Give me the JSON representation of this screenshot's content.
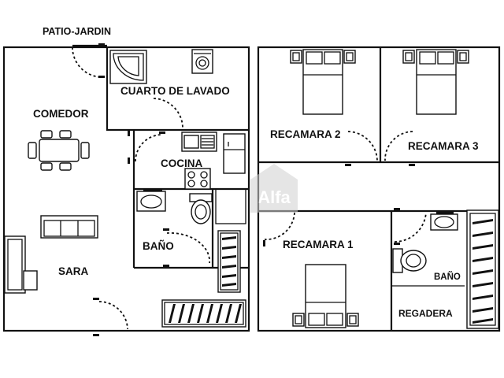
{
  "rooms": {
    "patio": "PATIO-JARDIN",
    "lavado": "CUARTO DE LAVADO",
    "comedor": "COMEDOR",
    "cocina": "COCINA",
    "bano_left": "BAÑO",
    "sara": "SARA",
    "recamara2": "RECAMARA 2",
    "recamara3": "RECAMARA 3",
    "recamara1": "RECAMARA 1",
    "bano_right": "BAÑO",
    "regadera": "REGADERA"
  },
  "watermark": "Alfa"
}
